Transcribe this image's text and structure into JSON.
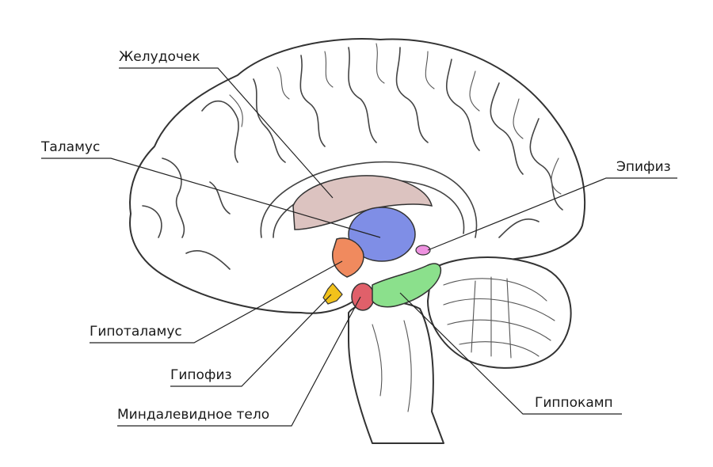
{
  "labels": {
    "ventricle": "Желудочек",
    "thalamus": "Таламус",
    "pineal": "Эпифиз",
    "hypothalamus": "Гипоталамус",
    "pituitary": "Гипофиз",
    "amygdala": "Миндалевидное тело",
    "hippocampus": "Гиппокамп"
  },
  "colors": {
    "ventricle": "#dcc3c0",
    "thalamus": "#7f8ee6",
    "pineal": "#ee92e0",
    "hypothalamus": "#f08a5e",
    "pituitary": "#f2c21b",
    "amygdala": "#e0606a",
    "hippocampus": "#8be08c"
  }
}
